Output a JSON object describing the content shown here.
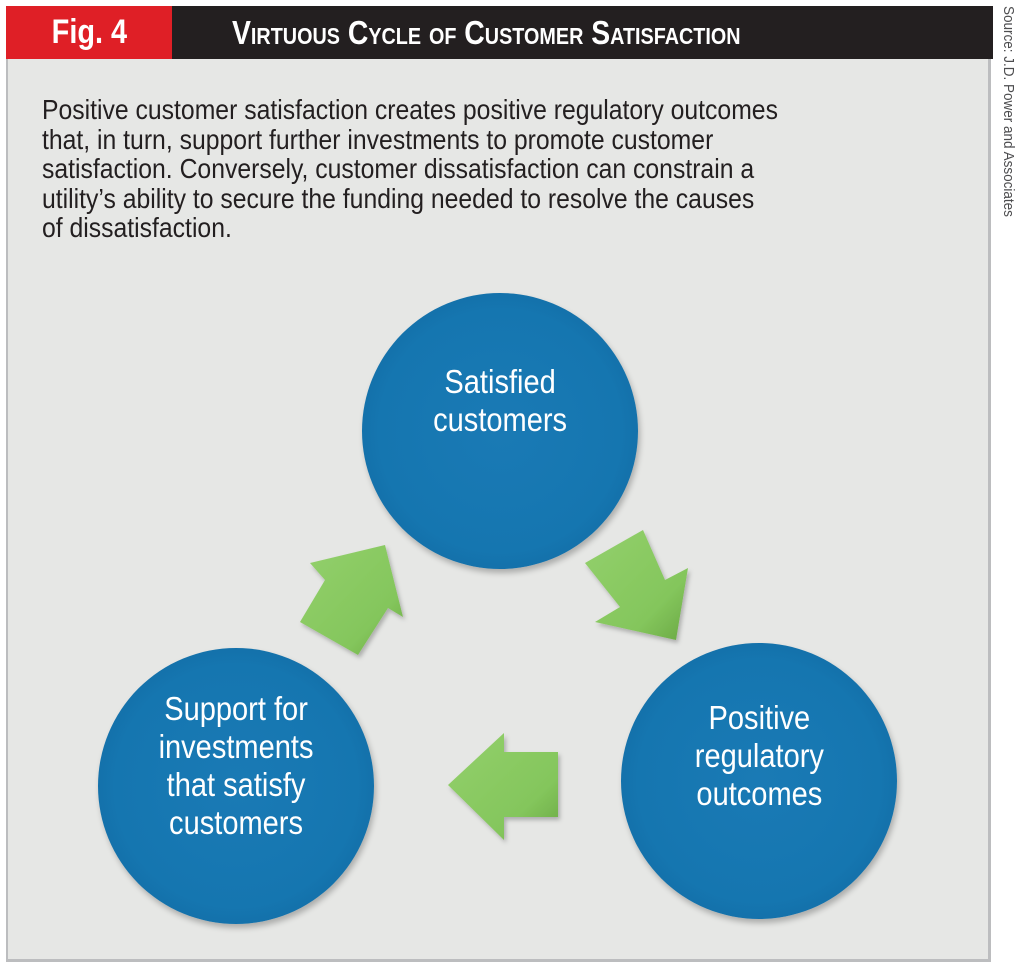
{
  "header": {
    "fig_label": "Fig. 4",
    "title": "Virtuous Cycle of Customer Satisfaction"
  },
  "source": "Source: J.D. Power and Associates",
  "intro": "Positive customer satisfaction creates positive regulatory outcomes that, in turn, support further investments to promote customer satisfaction. Conversely, customer dissatisfaction can constrain a utility’s ability to secure the funding needed to resolve the causes of dissatisfaction.",
  "intro_lines": [
    "Positive customer satisfaction creates positive regulatory outcomes",
    "that, in turn, support further investments to promote customer",
    "satisfaction. Conversely, customer dissatisfaction can constrain a",
    "utility’s ability to secure the funding needed to resolve the causes",
    "of dissatisfaction."
  ],
  "diagram": {
    "nodes": [
      {
        "id": "satisfied",
        "label": "Satisfied\ncustomers"
      },
      {
        "id": "regulatory",
        "label": "Positive\nregulatory\noutcomes"
      },
      {
        "id": "support",
        "label": "Support for\ninvestments\nthat satisfy\ncustomers"
      }
    ],
    "edges": [
      {
        "from": "satisfied",
        "to": "regulatory",
        "direction": "down-right"
      },
      {
        "from": "regulatory",
        "to": "support",
        "direction": "left"
      },
      {
        "from": "support",
        "to": "satisfied",
        "direction": "up-right"
      }
    ]
  },
  "colors": {
    "fig_label_bg": "#df1f26",
    "title_bg": "#231f20",
    "panel_bg": "#e6e7e5",
    "node_fill": "#1576b0",
    "arrow_fill": "#86c75f"
  }
}
